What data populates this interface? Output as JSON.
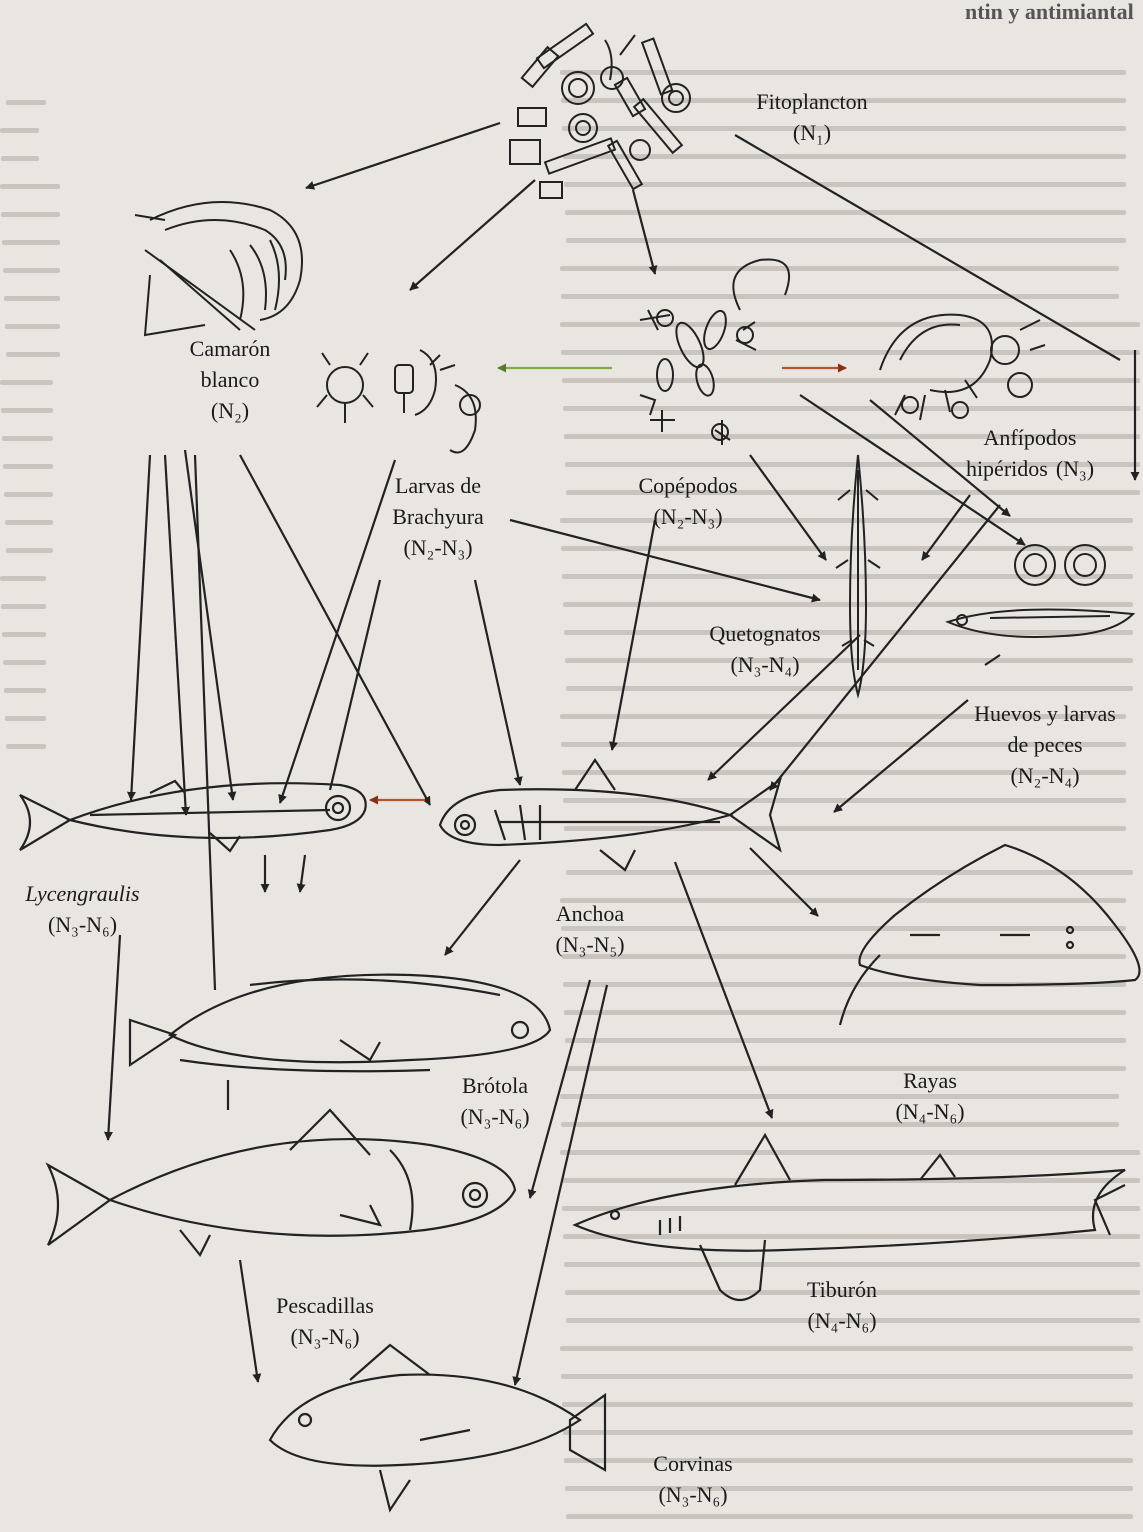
{
  "page_heading_fragment": "ntin y antimiantal",
  "nodes": {
    "fitoplancton": {
      "name": "Fitoplancton",
      "level": "(N₁)"
    },
    "camaron": {
      "name_line1": "Camarón",
      "name_line2": "blanco",
      "level": "(N₂)"
    },
    "larvas_brachyura": {
      "name_line1": "Larvas de",
      "name_line2": "Brachyura",
      "level": "(N₂-N₃)"
    },
    "copepodos": {
      "name": "Copépodos",
      "level": "(N₂-N₃)"
    },
    "anfipodos": {
      "name_line1": "Anfípodos",
      "name_line2": "hipéridos",
      "level": "(N₃)"
    },
    "quetognatos": {
      "name": "Quetognatos",
      "level": "(N₃-N₄)"
    },
    "huevos_larvas": {
      "name_line1": "Huevos y larvas",
      "name_line2": "de peces",
      "level": "(N₂-N₄)"
    },
    "lycengraulis": {
      "name": "Lycengraulis",
      "level": "(N₃-N₆)"
    },
    "anchoa": {
      "name": "Anchoa",
      "level": "(N₃-N₅)"
    },
    "brotola": {
      "name": "Brótola",
      "level": "(N₃-N₆)"
    },
    "rayas": {
      "name": "Rayas",
      "level": "(N₄-N₆)"
    },
    "tiburon": {
      "name": "Tiburón",
      "level": "(N₄-N₆)"
    },
    "pescadillas": {
      "name": "Pescadillas",
      "level": "(N₃-N₆)"
    },
    "corvinas": {
      "name": "Corvinas",
      "level": "(N₃-N₆)"
    }
  },
  "colors": {
    "paper": "#e9e6e1",
    "ink": "#1a1a1a",
    "faint_text": "#c9c5be",
    "arrow": "#222222",
    "green_arrow": "#7fae3e",
    "orange_arrow": "#b5532c"
  }
}
